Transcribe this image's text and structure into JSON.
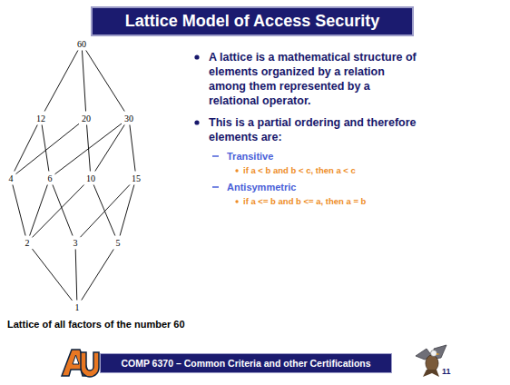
{
  "diagram": {
    "title": "Lattice Model of Access Security",
    "caption": "Lattice of all factors of the number 60",
    "nodes": [
      {
        "text": [
          "60"
        ]
      },
      {
        "text": [
          "12"
        ]
      },
      {
        "text": [
          "20"
        ]
      },
      {
        "text": [
          "30"
        ]
      },
      {
        "text": [
          "4"
        ]
      },
      {
        "text": [
          "6"
        ]
      },
      {
        "text": [
          "10"
        ]
      },
      {
        "text": [
          "15"
        ]
      },
      {
        "text": [
          "2"
        ]
      },
      {
        "text": [
          "3"
        ]
      },
      {
        "text": [
          "5"
        ]
      },
      {
        "text": [
          "1"
        ]
      }
    ],
    "edges": [
      {
        "from": 0,
        "to": 1,
        "arrow": "none"
      },
      {
        "from": 0,
        "to": 2,
        "arrow": "none"
      },
      {
        "from": 0,
        "to": 3,
        "arrow": "none"
      },
      {
        "from": 1,
        "to": 4,
        "arrow": "none"
      },
      {
        "from": 1,
        "to": 5,
        "arrow": "none"
      },
      {
        "from": 2,
        "to": 4,
        "arrow": "none"
      },
      {
        "from": 2,
        "to": 6,
        "arrow": "none"
      },
      {
        "from": 3,
        "to": 5,
        "arrow": "none"
      },
      {
        "from": 3,
        "to": 6,
        "arrow": "none"
      },
      {
        "from": 3,
        "to": 7,
        "arrow": "none"
      },
      {
        "from": 4,
        "to": 8,
        "arrow": "none"
      },
      {
        "from": 5,
        "to": 8,
        "arrow": "none"
      },
      {
        "from": 5,
        "to": 9,
        "arrow": "none"
      },
      {
        "from": 6,
        "to": 8,
        "arrow": "none"
      },
      {
        "from": 6,
        "to": 10,
        "arrow": "none"
      },
      {
        "from": 7,
        "to": 9,
        "arrow": "none"
      },
      {
        "from": 7,
        "to": 10,
        "arrow": "none"
      },
      {
        "from": 8,
        "to": 11,
        "arrow": "none"
      },
      {
        "from": 9,
        "to": 11,
        "arrow": "none"
      },
      {
        "from": 10,
        "to": 11,
        "arrow": "none"
      }
    ],
    "labels": [
      "A lattice is a mathematical structure of elements organized by a relation among them represented by a relational operator.",
      "This is a partial ordering and therefore elements are:",
      "Transitive",
      "if a < b and b < c, then a < c",
      "Antisymmetric",
      "if a <= b and b <= a, then a = b",
      "COMP 6370 – Common Criteria and other Certifications",
      "11"
    ]
  }
}
